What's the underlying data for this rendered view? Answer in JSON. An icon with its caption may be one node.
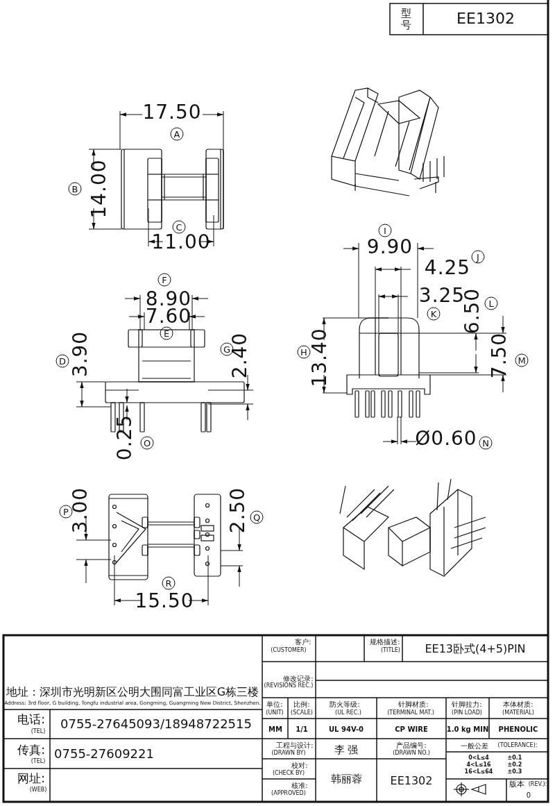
{
  "diagram": {
    "labels": [
      "型号",
      "EE1302",
      "17.50",
      "A",
      "14.00",
      "B",
      "C",
      "11.00",
      "I",
      "9.90",
      "4.25",
      "J",
      "F",
      "8.90",
      "3.25",
      "K",
      "L",
      "6.50",
      "7.60",
      "E",
      "D",
      "3.90",
      "G",
      "2.40",
      "H",
      "13.40",
      "7.50",
      "M",
      "0.25",
      "O",
      "Ø0.60",
      "N",
      "P",
      "3.00",
      "2.50",
      "Q",
      "R",
      "15.50",
      "地址：深圳市光明新区公明大围同富工业区G栋三楼",
      "Address: 3rd floor, G building, Tongfu industrial area, Gongming, Guangming New District, Shenzhen.",
      "客户:",
      "(CUSTOMER)",
      "规格描述:",
      "(TITLE)",
      "EE13卧式(4+5)PIN",
      "修改记录:",
      "(REVISIONS REC.)",
      "电话:",
      "(TEL)",
      "0755-27645093/18948722515",
      "单位:",
      "(UNIT)",
      "比例:",
      "(SCALE)",
      "防火等级:",
      "(UL REC.)",
      "针脚材质:",
      "(TERMINAL MAT.)",
      "针脚拉力:",
      "(PIN LOAD)",
      "本体材质:",
      "(MATERIAL)",
      "MM",
      "1/1",
      "UL 94V-0",
      "CP WIRE",
      "1.0 kg MIN",
      "PHENOLIC",
      "传真:",
      "(TEL)",
      "0755-27609221",
      "工程与设计:",
      "(DRAWN BY)",
      "李 强",
      "产品编号:",
      "(DRAWN NO.)",
      "一般公差",
      "(TOLERANCE):",
      "0<L≤4",
      "±0.1",
      "4<L≤16",
      "±0.2",
      "16<L≤64",
      "±0.3",
      "网址:",
      "(WEB)",
      "校对:",
      "(CHECK BY)",
      "韩丽蓉",
      "EE1302",
      "核准:",
      "(APPROVED)",
      "版本",
      "(REV.):",
      "0"
    ]
  }
}
